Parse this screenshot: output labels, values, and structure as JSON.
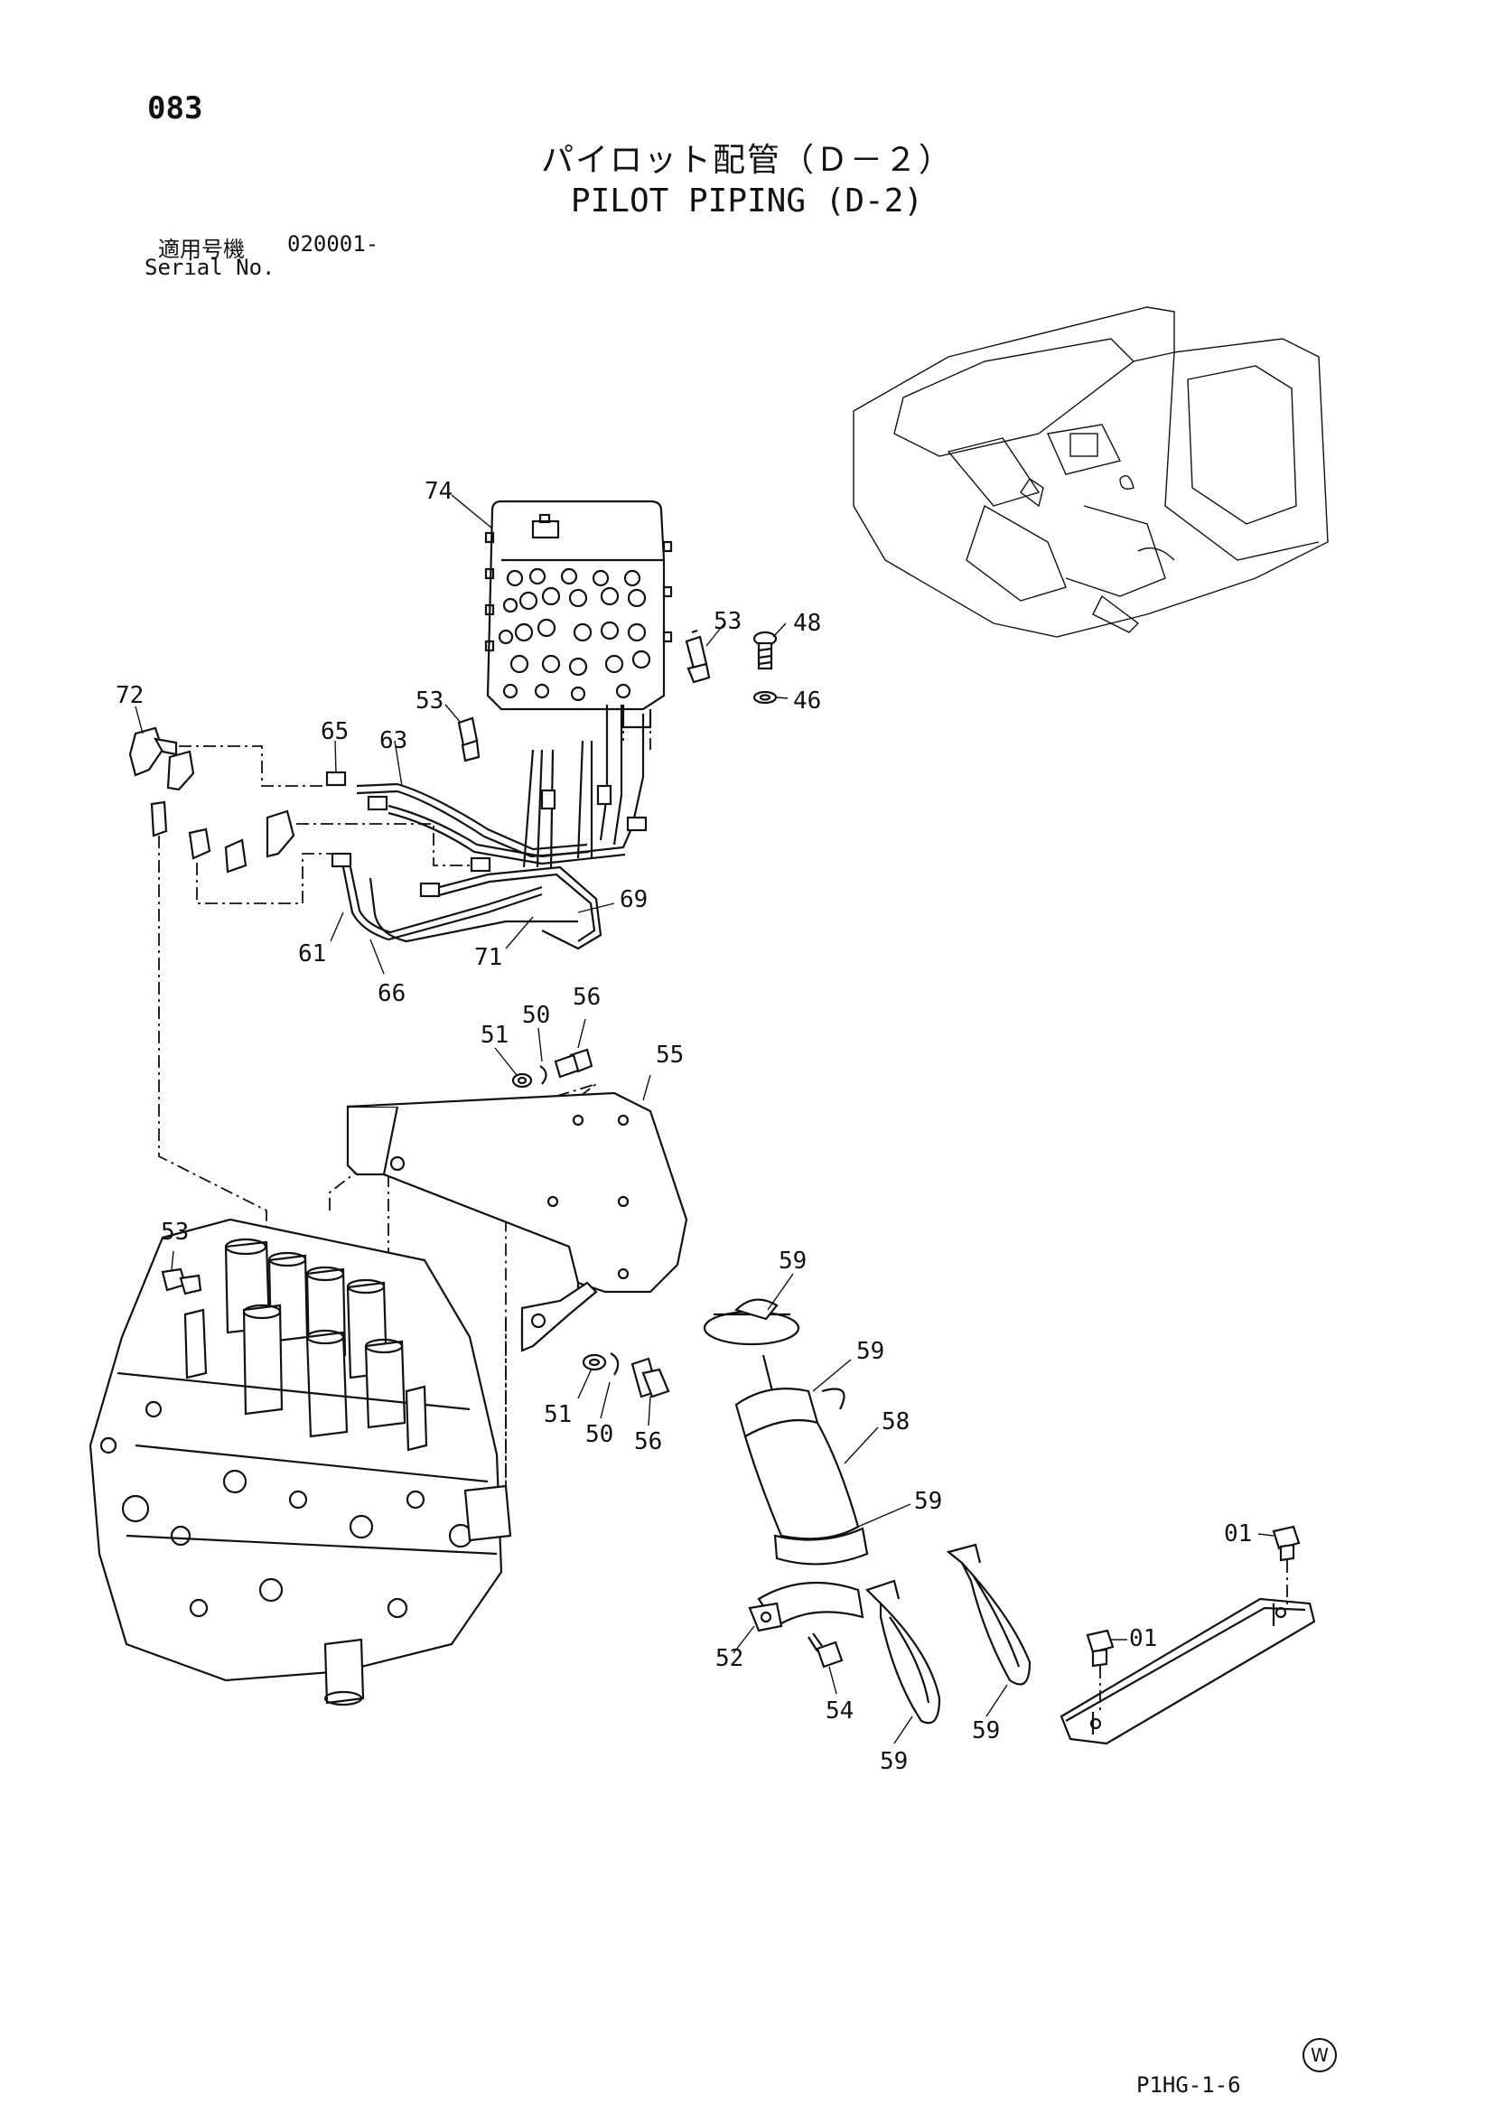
{
  "header": {
    "page_number": "083",
    "title_jp": "パイロット配管（Ｄ－２）",
    "title_en": "PILOT PIPING (D-2)",
    "serial_label_jp": "適用号機",
    "serial_label_en": "Serial No.",
    "serial_value": "020001-"
  },
  "callouts": [
    {
      "id": "c74",
      "label": "74"
    },
    {
      "id": "c53a",
      "label": "53"
    },
    {
      "id": "c48",
      "label": "48"
    },
    {
      "id": "c46",
      "label": "46"
    },
    {
      "id": "c72",
      "label": "72"
    },
    {
      "id": "c53b",
      "label": "53"
    },
    {
      "id": "c65",
      "label": "65"
    },
    {
      "id": "c63",
      "label": "63"
    },
    {
      "id": "c69",
      "label": "69"
    },
    {
      "id": "c61",
      "label": "61"
    },
    {
      "id": "c71",
      "label": "71"
    },
    {
      "id": "c66",
      "label": "66"
    },
    {
      "id": "c51a",
      "label": "51"
    },
    {
      "id": "c50a",
      "label": "50"
    },
    {
      "id": "c56a",
      "label": "56"
    },
    {
      "id": "c55",
      "label": "55"
    },
    {
      "id": "c53c",
      "label": "53"
    },
    {
      "id": "c59a",
      "label": "59"
    },
    {
      "id": "c59b",
      "label": "59"
    },
    {
      "id": "c58",
      "label": "58"
    },
    {
      "id": "c59c",
      "label": "59"
    },
    {
      "id": "c51b",
      "label": "51"
    },
    {
      "id": "c50b",
      "label": "50"
    },
    {
      "id": "c56b",
      "label": "56"
    },
    {
      "id": "c01a",
      "label": "01"
    },
    {
      "id": "c01b",
      "label": "01"
    },
    {
      "id": "c52",
      "label": "52"
    },
    {
      "id": "c54",
      "label": "54"
    },
    {
      "id": "c59d",
      "label": "59"
    },
    {
      "id": "c59e",
      "label": "59"
    }
  ],
  "footer": {
    "mark": "W",
    "doc_code": "P1HG-1-6"
  }
}
